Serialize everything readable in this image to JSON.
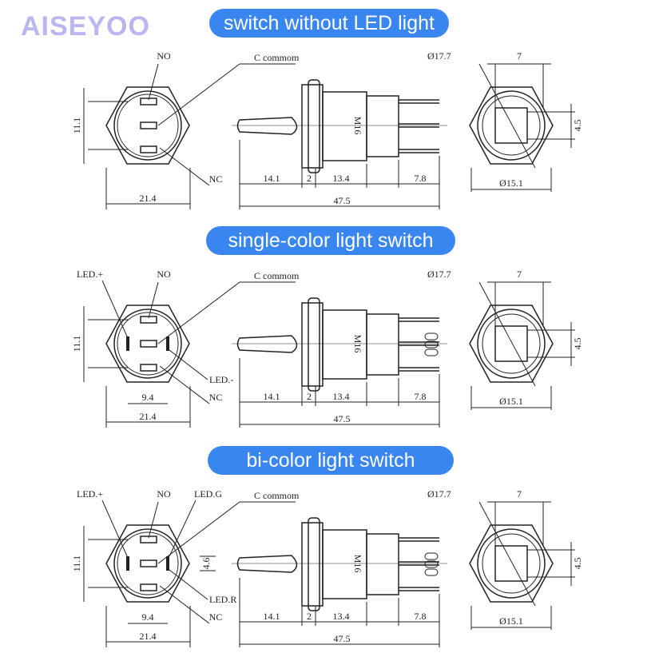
{
  "logo": "AISEYOO",
  "sections": [
    {
      "title": "switch without LED light",
      "labels": {
        "no": "NO",
        "common": "C commom",
        "nc": "NC",
        "height": "11.1",
        "width": "21.4",
        "lever": "14.1",
        "nut": "2",
        "body": "13.4",
        "pins": "7.8",
        "total": "47.5",
        "thread": "M16",
        "outer_dia": "Ø17.7",
        "inner_dia": "Ø15.1",
        "slot_w": "7",
        "slot_h": "4.5"
      }
    },
    {
      "title": "single-color light switch",
      "labels": {
        "led_plus": "LED.+",
        "no": "NO",
        "common": "C commom",
        "led_minus": "LED.-",
        "nc": "NC",
        "height": "11.1",
        "pin_span": "9.4",
        "width": "21.4",
        "lever": "14.1",
        "nut": "2",
        "body": "13.4",
        "pins": "7.8",
        "total": "47.5",
        "thread": "M16",
        "outer_dia": "Ø17.7",
        "inner_dia": "Ø15.1",
        "slot_w": "7",
        "slot_h": "4.5"
      }
    },
    {
      "title": "bi-color light switch",
      "labels": {
        "led_plus": "LED.+",
        "no": "NO",
        "led_g": "LED.G",
        "common": "C commom",
        "led_gap": "4.6",
        "led_r": "LED.R",
        "nc": "NC",
        "height": "11.1",
        "pin_span": "9.4",
        "width": "21.4",
        "lever": "14.1",
        "nut": "2",
        "body": "13.4",
        "pins": "7.8",
        "total": "47.5",
        "thread": "M16",
        "outer_dia": "Ø17.7",
        "inner_dia": "Ø15.1",
        "slot_w": "7",
        "slot_h": "4.5"
      }
    }
  ]
}
